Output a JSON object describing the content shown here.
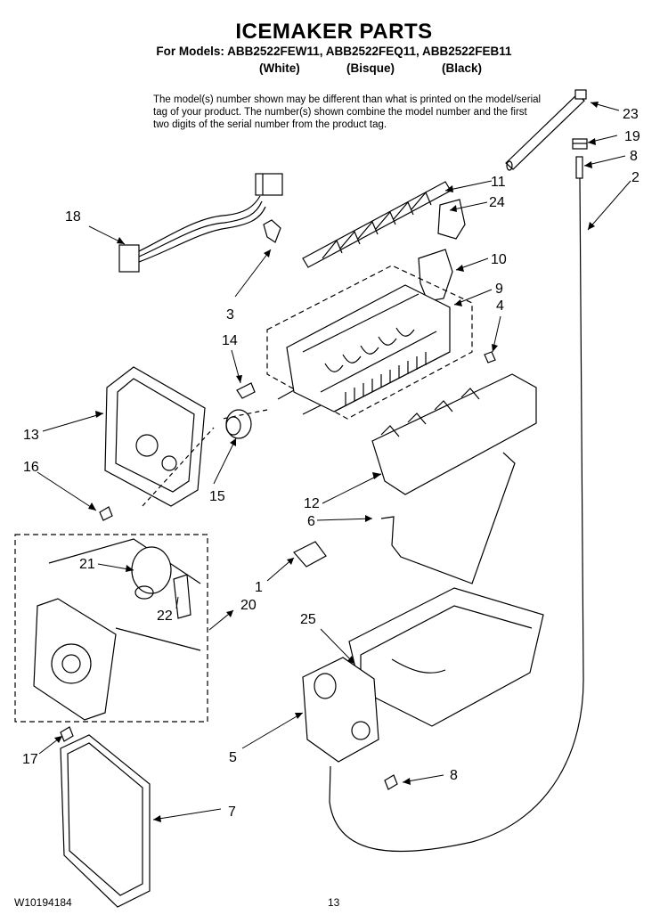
{
  "header": {
    "title": "ICEMAKER PARTS",
    "models_line": "For Models: ABB2522FEW11, ABB2522FEQ11, ABB2522FEB11",
    "colors": [
      "(White)",
      "(Bisque)",
      "(Black)"
    ]
  },
  "note": "The model(s) number shown may be different than what is printed on the model/serial tag of your product. The number(s) shown combine the model number and the first two digits of the serial number from the product tag.",
  "callouts": [
    "23",
    "19",
    "8",
    "2",
    "11",
    "24",
    "18",
    "10",
    "9",
    "4",
    "3",
    "14",
    "13",
    "16",
    "15",
    "12",
    "6",
    "21",
    "1",
    "22",
    "20",
    "25",
    "5",
    "8",
    "17",
    "7"
  ],
  "footer": {
    "doc_number": "W10194184",
    "page_number": "13"
  }
}
